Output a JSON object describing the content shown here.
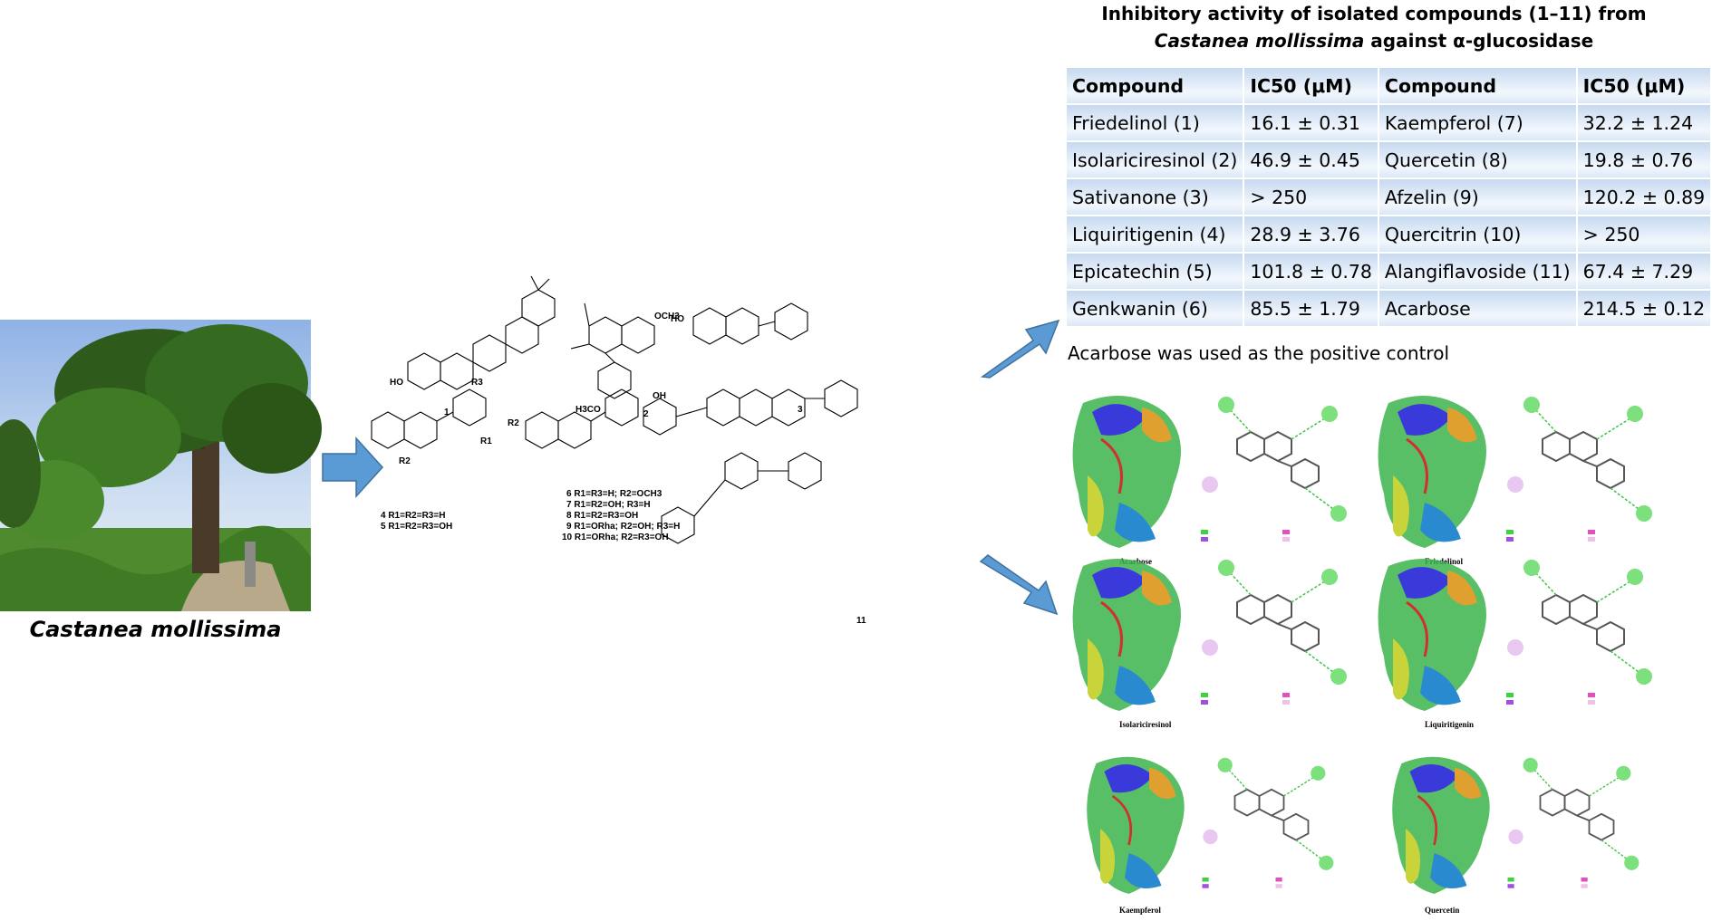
{
  "photo": {
    "caption": "Castanea mollissima"
  },
  "compounds": {
    "c1": "1",
    "c2": "2",
    "c3": "3",
    "c4_5": "4 R1=R2=R3=H\n5 R1=R2=R3=OH",
    "c6_10": [
      "6 R1=R3=H; R2=OCH3",
      "7 R1=R2=OH; R3=H",
      "8 R1=R2=R3=OH",
      "9 R1=ORha; R2=OH; R3=H",
      "10 R1=ORha; R2=R3=OH"
    ],
    "c11": "11",
    "substituents": {
      "oh": "OH",
      "ho": "HO",
      "och3": "OCH3",
      "h3co": "H3CO",
      "r1": "R1",
      "r2": "R2",
      "r3": "R3",
      "o": "O",
      "h": "H"
    }
  },
  "title": {
    "line1": "Inhibitory activity of isolated compounds (1–11) from",
    "line2_italic": "Castanea mollissima",
    "line2_rest": " against α-glucosidase"
  },
  "table": {
    "headers": [
      "Compound",
      "IC50 (μM)",
      "Compound",
      "IC50 (μM)"
    ],
    "rows": [
      [
        "Friedelinol (1)",
        "16.1 ± 0.31",
        "Kaempferol (7)",
        "32.2 ± 1.24"
      ],
      [
        "Isolariciresinol (2)",
        "46.9 ± 0.45",
        "Quercetin (8)",
        "19.8 ± 0.76"
      ],
      [
        "Sativanone (3)",
        "> 250",
        "Afzelin (9)",
        "120.2 ± 0.89"
      ],
      [
        "Liquiritigenin (4)",
        "28.9 ± 3.76",
        "Quercitrin (10)",
        "> 250"
      ],
      [
        "Epicatechin (5)",
        "101.8 ± 0.78",
        "Alangiflavoside (11)",
        "67.4 ± 7.29"
      ],
      [
        "Genkwanin (6)",
        "85.5 ± 1.79",
        "Acarbose",
        "214.5 ± 0.12"
      ]
    ]
  },
  "note": "Acarbose was used as the positive control",
  "docking": [
    "Acarbose",
    "Friedelinol",
    "Isolariciresinol",
    "Liquiritigenin",
    "Kaempferol",
    "Quercetin"
  ],
  "colors": {
    "arrow": "#5b9bd5",
    "arrow_edge": "#41719c",
    "table_top": "#c6d9f0",
    "table_bottom": "#f2f7fd"
  }
}
